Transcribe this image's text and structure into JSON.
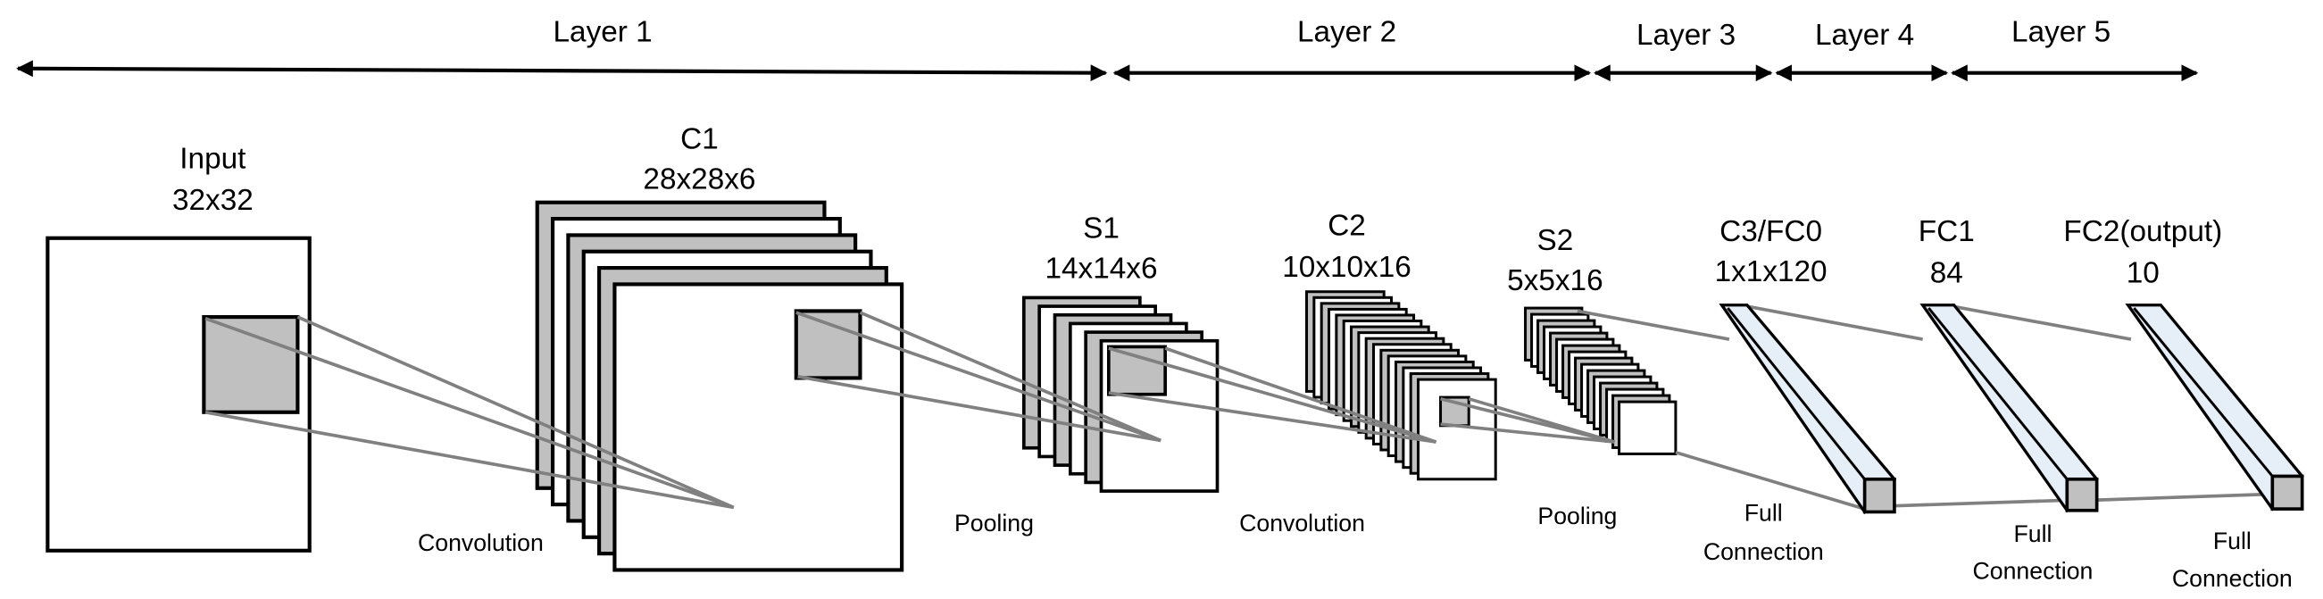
{
  "layers": [
    {
      "label": "Layer 1"
    },
    {
      "label": "Layer 2"
    },
    {
      "label": "Layer 3"
    },
    {
      "label": "Layer 4"
    },
    {
      "label": "Layer 5"
    }
  ],
  "stages": {
    "input": {
      "name": "Input",
      "dims": "32x32"
    },
    "c1": {
      "name": "C1",
      "dims": "28x28x6"
    },
    "s1": {
      "name": "S1",
      "dims": "14x14x6"
    },
    "c2": {
      "name": "C2",
      "dims": "10x10x16"
    },
    "s2": {
      "name": "S2",
      "dims": "5x5x16"
    },
    "c3": {
      "name": "C3/FC0",
      "dims": "1x1x120"
    },
    "fc1": {
      "name": "FC1",
      "dims": "84"
    },
    "fc2": {
      "name": "FC2(output)",
      "dims": "10"
    }
  },
  "operations": {
    "conv1": "Convolution",
    "pool1": "Pooling",
    "conv2": "Convolution",
    "pool2": "Pooling",
    "fc_a": {
      "line1": "Full",
      "line2": "Connection"
    },
    "fc_b": {
      "line1": "Full",
      "line2": "Connection"
    },
    "fc_c": {
      "line1": "Full",
      "line2": "Connection"
    }
  },
  "colors": {
    "feature_gray": "#c0c0c0",
    "fc_fill": "#e6eef8",
    "connector": "#808080"
  }
}
